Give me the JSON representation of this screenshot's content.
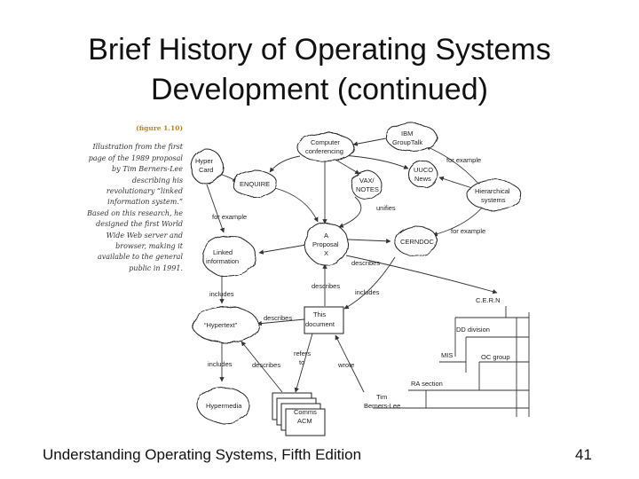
{
  "slide": {
    "title_line1": "Brief History of Operating Systems",
    "title_line2": "Development (continued)",
    "footer": "Understanding Operating Systems, Fifth Edition",
    "page_number": "41"
  },
  "figure": {
    "label": "(figure 1.10)",
    "caption_lines": [
      "Illustration from the first",
      "page of the 1989 proposal",
      "by Tim Berners-Lee",
      "describing his",
      "revolutionary “linked",
      "information system.”",
      "Based on this research, he",
      "designed the first World",
      "Wide Web server and",
      "browser, making it",
      "available to the general",
      "public in 1991."
    ]
  },
  "diagram": {
    "nodes": {
      "hypercard": [
        "Hyper",
        "Card"
      ],
      "enquire": [
        "ENQUIRE"
      ],
      "computer_conferencing": [
        "Computer",
        "conferencing"
      ],
      "ibm_grouptalk": [
        "IBM",
        "GroupTalk"
      ],
      "vax_notes": [
        "VAX/",
        "NOTES"
      ],
      "uuco_news": [
        "UUCO",
        "News"
      ],
      "hierarchical_systems": [
        "Hierarchical",
        "systems"
      ],
      "linked_information": [
        "Linked",
        "information"
      ],
      "proposal": [
        "A",
        "Proposal",
        "X"
      ],
      "cerndoc": [
        "CERNDOC"
      ],
      "cern": [
        "C.E.R.N"
      ],
      "hypertext": [
        "“Hypertext”"
      ],
      "this_document": [
        "This",
        "document"
      ],
      "dd_division": [
        "DD division"
      ],
      "mis": [
        "MIS"
      ],
      "oc_group": [
        "OC group"
      ],
      "ra_section": [
        "RA section"
      ],
      "hypermedia": [
        "Hypermedia"
      ],
      "comms_acm": [
        "Comms",
        "ACM"
      ],
      "tim_berners_lee": [
        "Tim",
        "Berners-Lee"
      ]
    },
    "edge_labels": {
      "for_example_1": "for example",
      "for_example_2": "for example",
      "for_example_3": "for example",
      "unifies": "unifies",
      "describes_1": "describes",
      "describes_2": "describes",
      "describes_3": "describes",
      "describes_4": "describes",
      "includes_1": "includes",
      "includes_2": "includes",
      "includes_3": "includes",
      "refers_to": [
        "refers",
        "to"
      ],
      "wrote": "wrote"
    }
  }
}
